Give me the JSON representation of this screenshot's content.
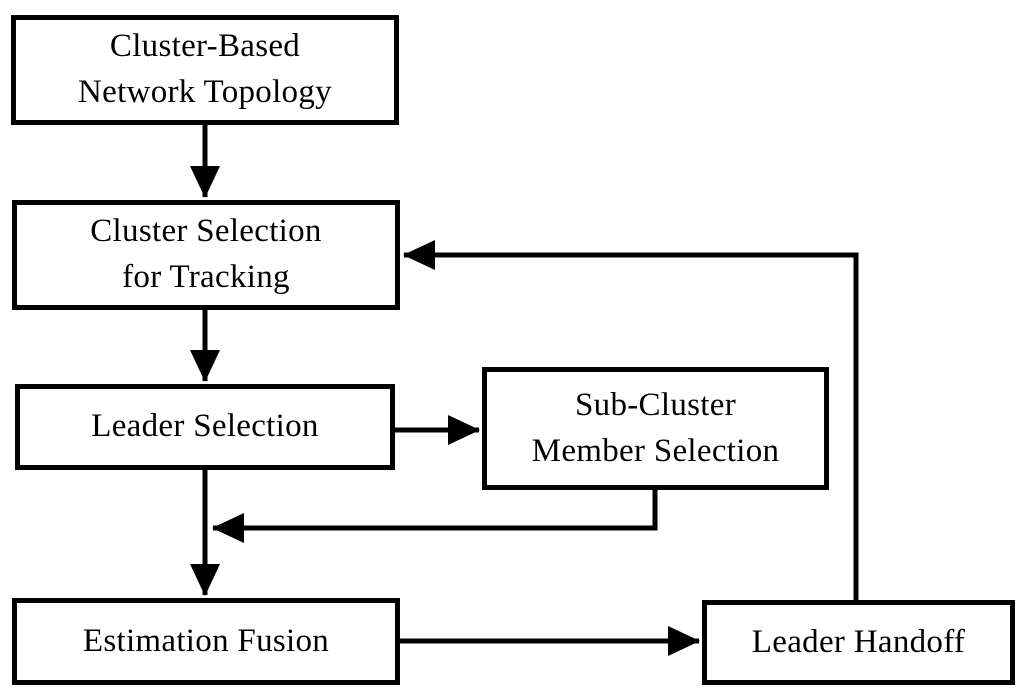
{
  "diagram": {
    "type": "flowchart",
    "background_color": "#ffffff",
    "line_color": "#000000",
    "nodes": {
      "network_topology": {
        "label": "Cluster-Based\nNetwork Topology"
      },
      "cluster_selection": {
        "label": "Cluster Selection\nfor Tracking"
      },
      "leader_selection": {
        "label": "Leader Selection"
      },
      "subcluster_member": {
        "label": "Sub-Cluster\nMember Selection"
      },
      "estimation_fusion": {
        "label": "Estimation Fusion"
      },
      "leader_handoff": {
        "label": "Leader Handoff"
      }
    },
    "edges": [
      {
        "from": "network_topology",
        "to": "cluster_selection"
      },
      {
        "from": "cluster_selection",
        "to": "leader_selection"
      },
      {
        "from": "leader_selection",
        "to": "subcluster_member"
      },
      {
        "from": "subcluster_member",
        "to": "estimation_fusion",
        "note": "merges into leader_selection downward flow"
      },
      {
        "from": "leader_selection",
        "to": "estimation_fusion"
      },
      {
        "from": "estimation_fusion",
        "to": "leader_handoff"
      },
      {
        "from": "leader_handoff",
        "to": "cluster_selection",
        "note": "feedback loop"
      }
    ]
  }
}
